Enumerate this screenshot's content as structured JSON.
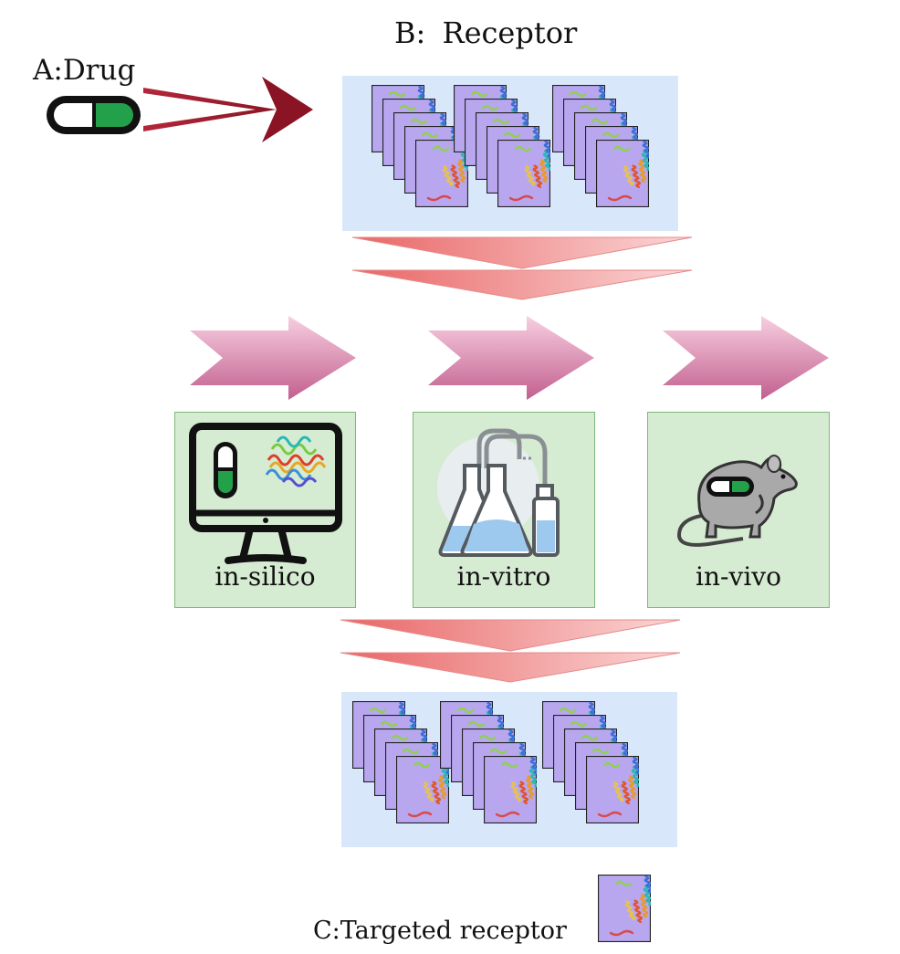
{
  "diagram": {
    "receptor_title": "B:  Receptor",
    "drug_label": "A:Drug",
    "targeted_label": "C:Targeted receptor",
    "methods": [
      {
        "label": "in-silico"
      },
      {
        "label": "in-vitro"
      },
      {
        "label": "in-vivo"
      }
    ],
    "icons": [
      "capsule-icon",
      "protein-structure-icon",
      "computer-monitor-icon",
      "lab-flask-icon",
      "mouse-icon"
    ],
    "colors": {
      "drug_arrow": "#9e1a2c",
      "funnel_arrow": "#e86f70",
      "step_arrow": "#c76896",
      "panel_blue": "#d9e7fa",
      "box_green": "#d6ecd2",
      "capsule_green": "#23a04a",
      "card_purple": "#b8a7ef"
    }
  }
}
